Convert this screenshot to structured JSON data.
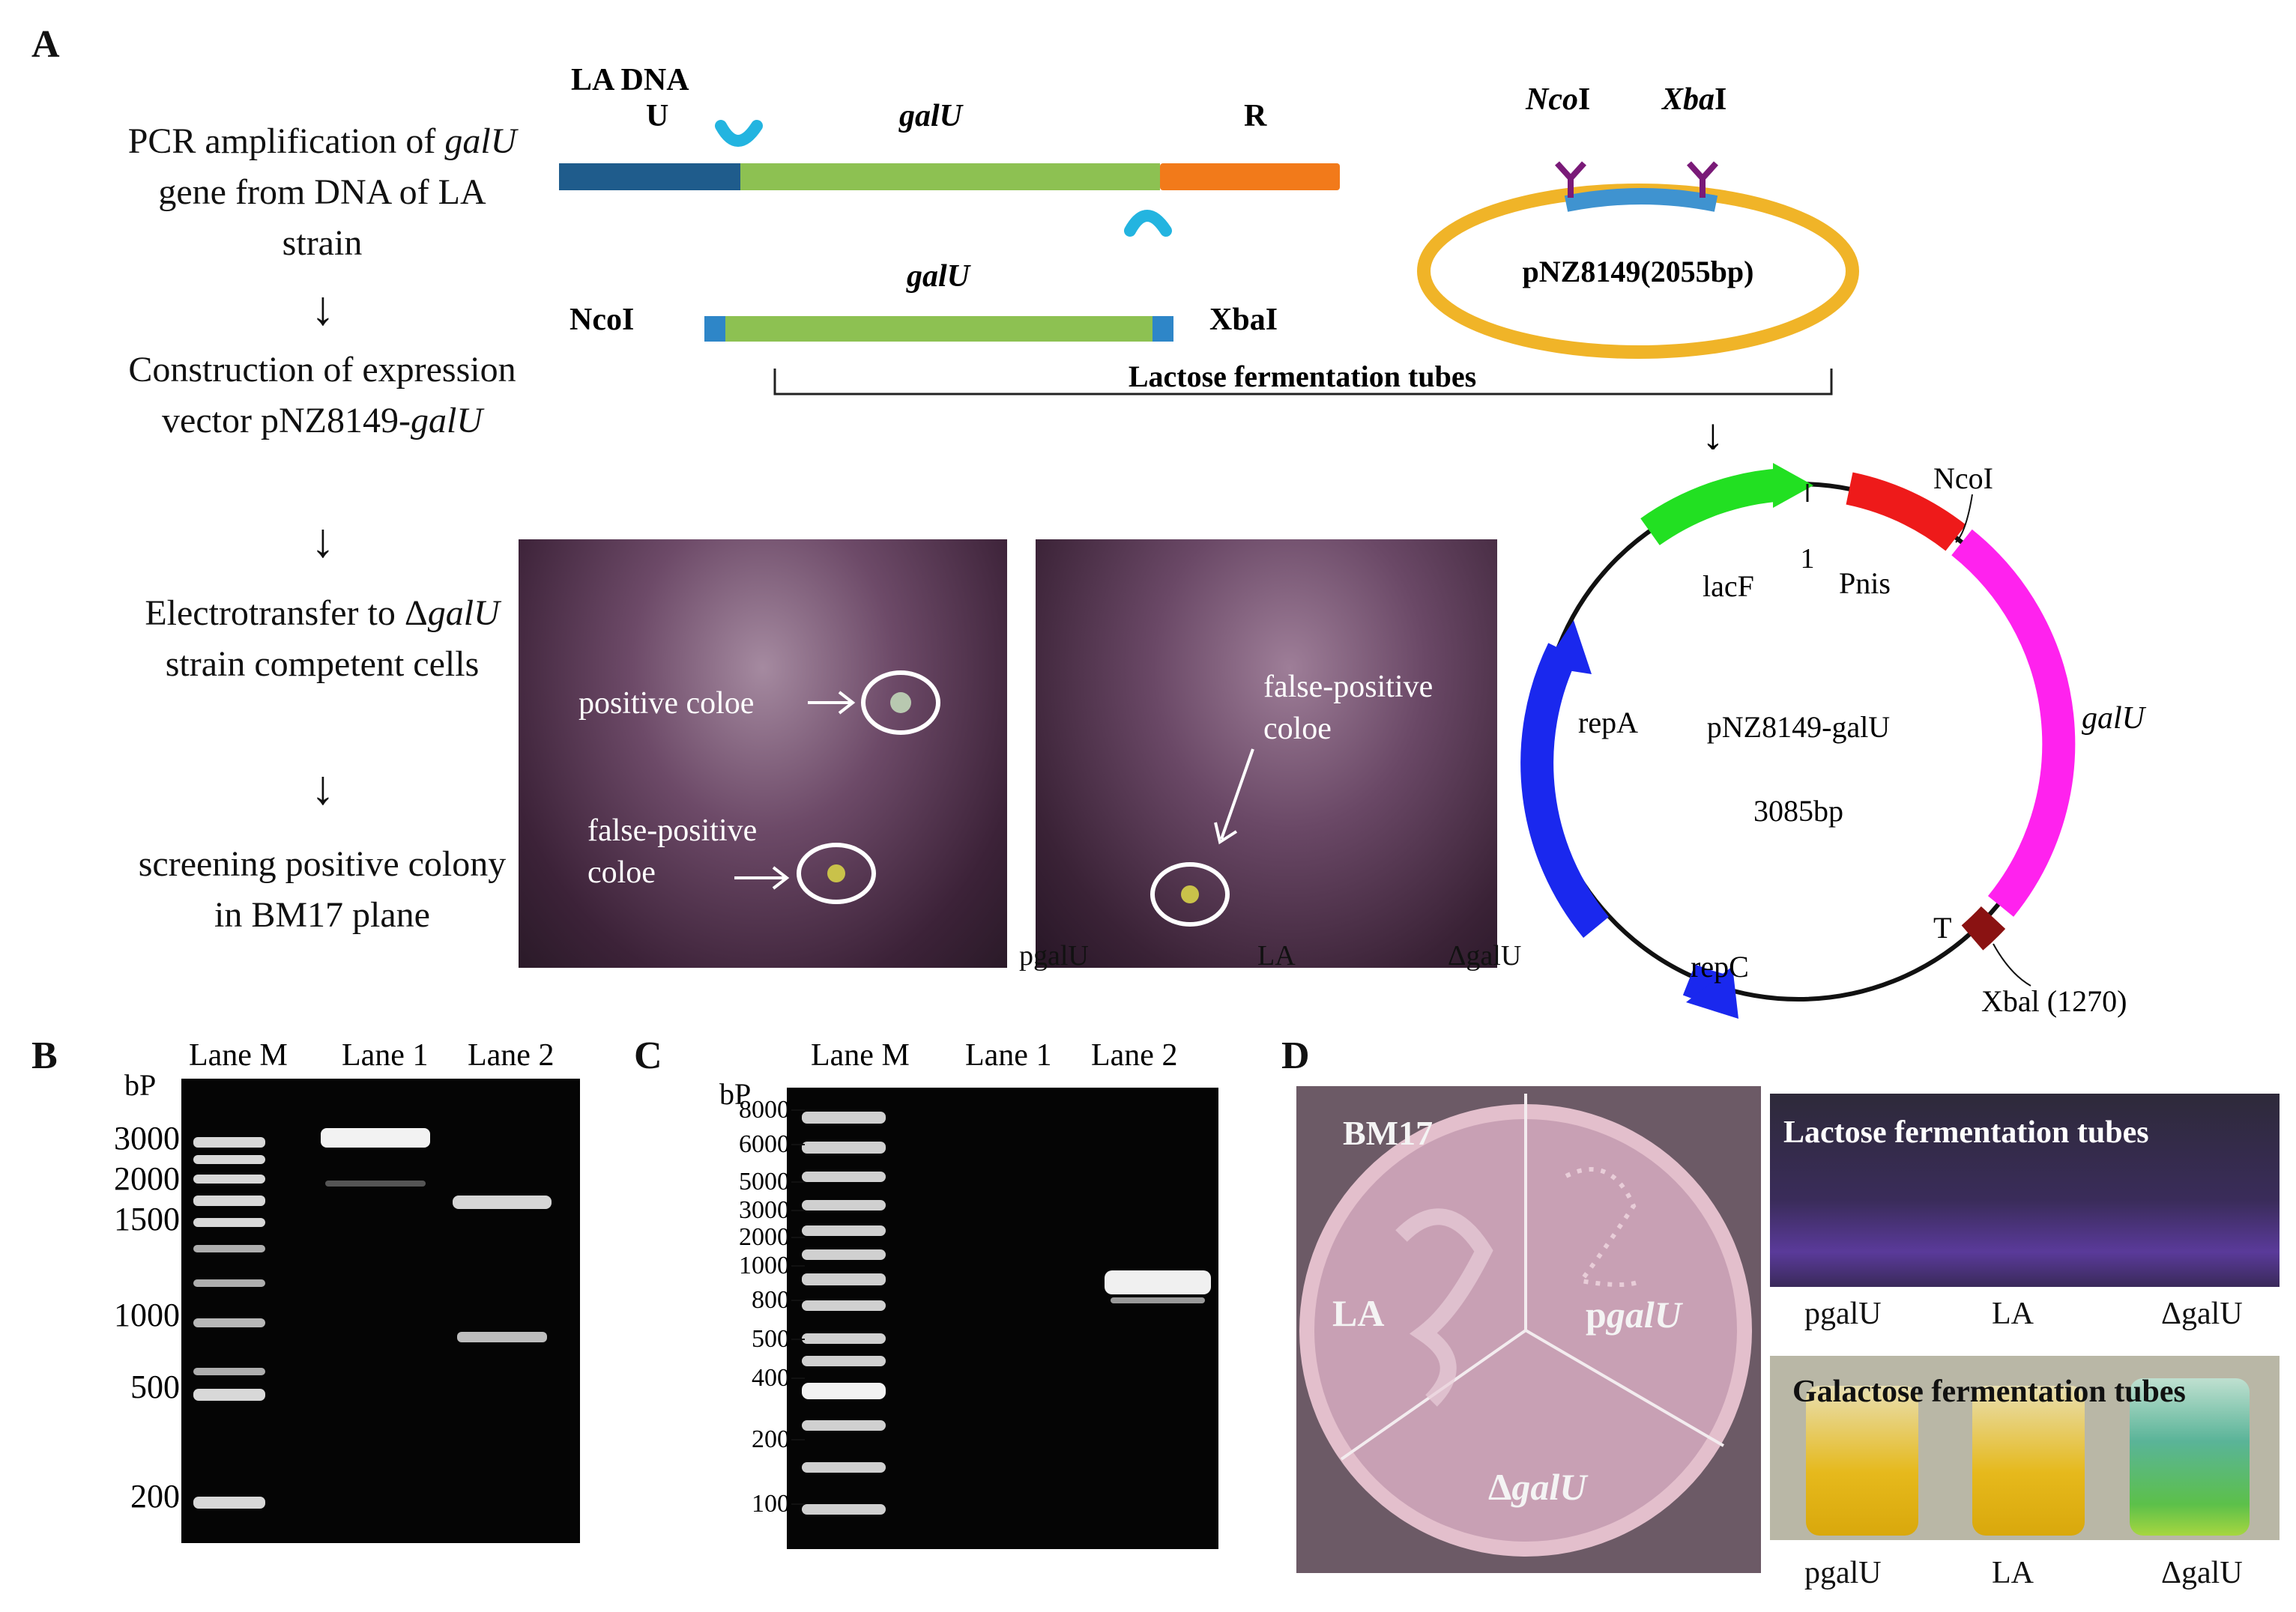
{
  "panels": {
    "a": "A",
    "b": "B",
    "c": "C",
    "d": "D"
  },
  "flow": {
    "step1": {
      "pre": "PCR amplification of ",
      "gene": "galU",
      "post": " gene from DNA of LA strain"
    },
    "step2": {
      "pre": "Construction of expression vector pNZ8149-",
      "gene": "galU"
    },
    "step3": {
      "pre": "Electrotransfer to Δ",
      "gene": "galU",
      "post": " strain competent cells"
    },
    "step4": "screening positive colony in BM17 plane"
  },
  "construct": {
    "la_dna": "LA DNA",
    "u": "U",
    "galu": "galU",
    "r": "R",
    "ncoi": "NcoI",
    "xbai": "XbaI",
    "galu2": "galU",
    "bracket_label": "Lactose fermentation tubes",
    "plasmid": "pNZ8149(2055bp)",
    "ncoi_italic": "Nco",
    "xbai_italic": "Xba",
    "roman_i": "I"
  },
  "plates_a": {
    "positive": "positive coloe",
    "false_positive_1a": "false-positive",
    "false_positive_1b": "coloe",
    "false_positive_2a": "false-positive",
    "false_positive_2b": "coloe",
    "caption_pgalu": "pgalU",
    "caption_la": "LA",
    "caption_dgalu": "ΔgalU"
  },
  "plasmid_map": {
    "name": "pNZ8149-galU",
    "size": "3085bp",
    "ncoi": "NcoI",
    "one": "1",
    "lacf": "lacF",
    "pnis": "Pnis",
    "galu": "galU",
    "repa": "repA",
    "repc": "repC",
    "t": "T",
    "xbal": "Xbal (1270)"
  },
  "gel_b": {
    "unit": "bP",
    "lanes": [
      "Lane M",
      "Lane 1",
      "Lane 2"
    ],
    "markers": [
      "3000",
      "2000",
      "1500",
      "1000",
      "500",
      "200"
    ]
  },
  "gel_c": {
    "unit": "bP",
    "lanes": [
      "Lane M",
      "Lane 1",
      "Lane 2"
    ],
    "markers": [
      "8000",
      "6000",
      "5000",
      "3000",
      "2000",
      "1000",
      "800",
      "500",
      "400",
      "200",
      "100"
    ]
  },
  "plate_d": {
    "bm17": "BM17",
    "la": "LA",
    "pgalu_p": "p",
    "pgalu_g": "galU",
    "dgalu_d": "Δ",
    "dgalu_g": "galU"
  },
  "tubes_d": {
    "lactose": "Lactose fermentation tubes",
    "galactose": "Galactose fermentation tubes",
    "row1": [
      "pgalU",
      "LA",
      "ΔgalU"
    ],
    "row2": [
      "pgalU",
      "LA",
      "ΔgalU"
    ]
  },
  "colors": {
    "u_segment": "#1f5c8c",
    "galu_segment": "#8dc152",
    "r_segment": "#f27a1a",
    "primer": "#23b4e0",
    "plasmid_ring": "#f0b428",
    "plasmid_insert": "#3f93d0",
    "enzyme": "#7a1a78",
    "lacf": "#22e022",
    "pnis": "#ee1a1a",
    "galu_arc": "#ff22ee",
    "rep": "#1a28ee",
    "t_block": "#8a1212",
    "plate_purple": "#5a3b58"
  }
}
